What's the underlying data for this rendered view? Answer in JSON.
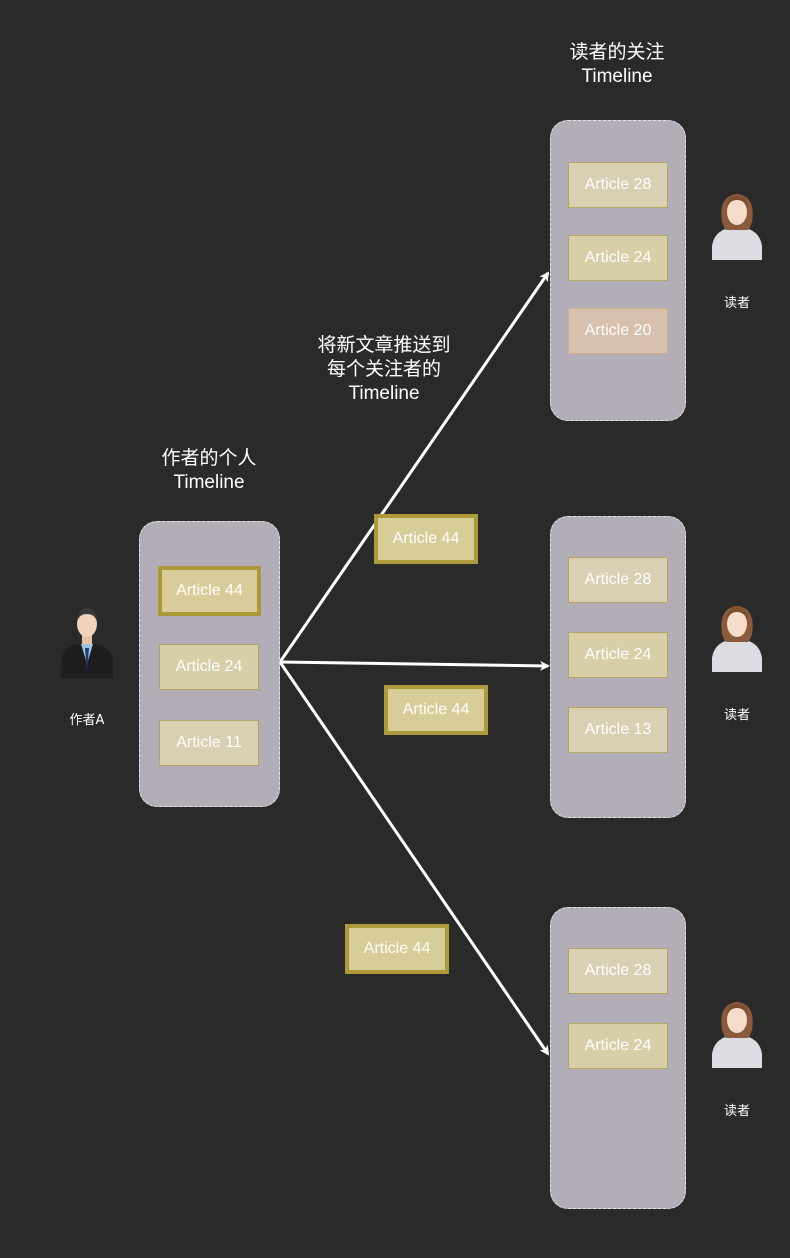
{
  "reader_timeline_title": "读者的关注\nTimeline",
  "push_label": "将新文章推送到\n每个关注者的\nTimeline",
  "author_timeline_title": "作者的个人\nTimeline",
  "author": {
    "name": "作者A",
    "timeline": [
      "Article 44",
      "Article 24",
      "Article 11"
    ]
  },
  "readers": [
    {
      "name": "读者",
      "timeline": [
        "Article 28",
        "Article 24",
        "Article 20"
      ]
    },
    {
      "name": "读者",
      "timeline": [
        "Article 28",
        "Article 24",
        "Article 13"
      ]
    },
    {
      "name": "读者",
      "timeline": [
        "Article 28",
        "Article 24"
      ]
    }
  ],
  "pushed_articles": [
    "Article 44",
    "Article 44",
    "Article 44"
  ],
  "colors": {
    "background": "#2a2a2a",
    "timeline_fill": "#b3adb8",
    "card_fill": "#d8cfa9",
    "card_border": "#b5a45f",
    "highlight_border": "#ad9838",
    "old_card_fill": "#d8c0ae",
    "arrow": "#ffffff"
  }
}
